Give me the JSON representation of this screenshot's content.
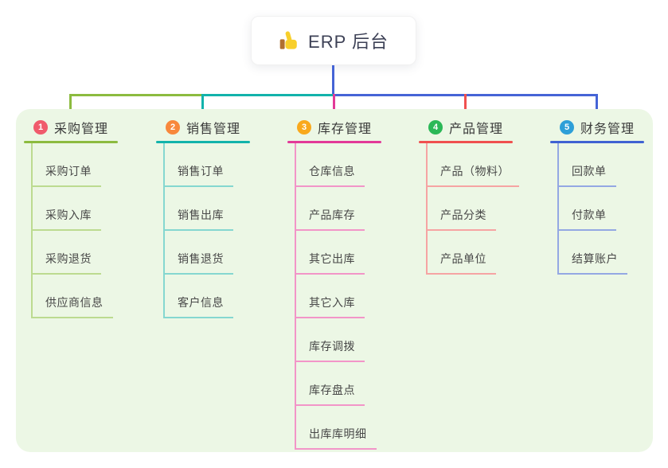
{
  "root": {
    "title": "ERP 后台",
    "icon": "thumbs-up-icon"
  },
  "palette": {
    "panel_background": "#ecf7e5",
    "root_connector": "#4564d6",
    "branch_main_colors": [
      "#8cbb3f",
      "#12b3ab",
      "#e23a98",
      "#f0504f",
      "#3f62d2"
    ],
    "branch_light_colors": [
      "#bcdb90",
      "#85d7d0",
      "#f295c8",
      "#f6a4a3",
      "#94a8e3"
    ],
    "badge_colors": [
      "#f05b6c",
      "#f8883c",
      "#f9a91c",
      "#2bb857",
      "#2d9fd8"
    ]
  },
  "branches": [
    {
      "index": "1",
      "label": "采购管理",
      "children": [
        "采购订单",
        "采购入库",
        "采购退货",
        "供应商信息"
      ]
    },
    {
      "index": "2",
      "label": "销售管理",
      "children": [
        "销售订单",
        "销售出库",
        "销售退货",
        "客户信息"
      ]
    },
    {
      "index": "3",
      "label": "库存管理",
      "children": [
        "仓库信息",
        "产品库存",
        "其它出库",
        "其它入库",
        "库存调拨",
        "库存盘点",
        "出库库明细"
      ]
    },
    {
      "index": "4",
      "label": "产品管理",
      "children": [
        "产品（物料）",
        "产品分类",
        "产品单位"
      ]
    },
    {
      "index": "5",
      "label": "财务管理",
      "children": [
        "回款单",
        "付款单",
        "结算账户"
      ]
    }
  ]
}
